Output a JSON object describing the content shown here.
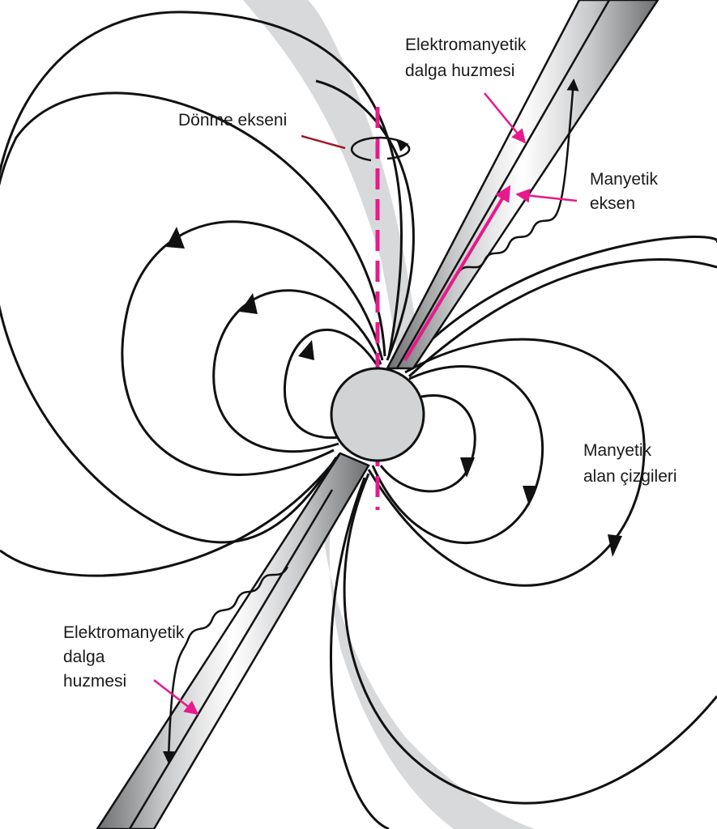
{
  "labels": {
    "beam_top": [
      "Elektromanyetik",
      "dalga huzmesi"
    ],
    "rotation_axis": "Dönme ekseni",
    "magnetic_axis": [
      "Manyetik",
      "eksen"
    ],
    "field_lines": [
      "Manyetik",
      "alan çizgileri"
    ],
    "beam_bottom": [
      "Elektromanyetik",
      "dalga",
      "huzmesi"
    ]
  },
  "colors": {
    "pointer": "#e8198b",
    "rotation_axis": "#e8198b",
    "magnetic_axis": "#e8198b",
    "star_fill": "#d2d3d5",
    "band_fill": "#d8d9db",
    "line": "#111111",
    "pointer_dark": "#9b1b2a"
  }
}
